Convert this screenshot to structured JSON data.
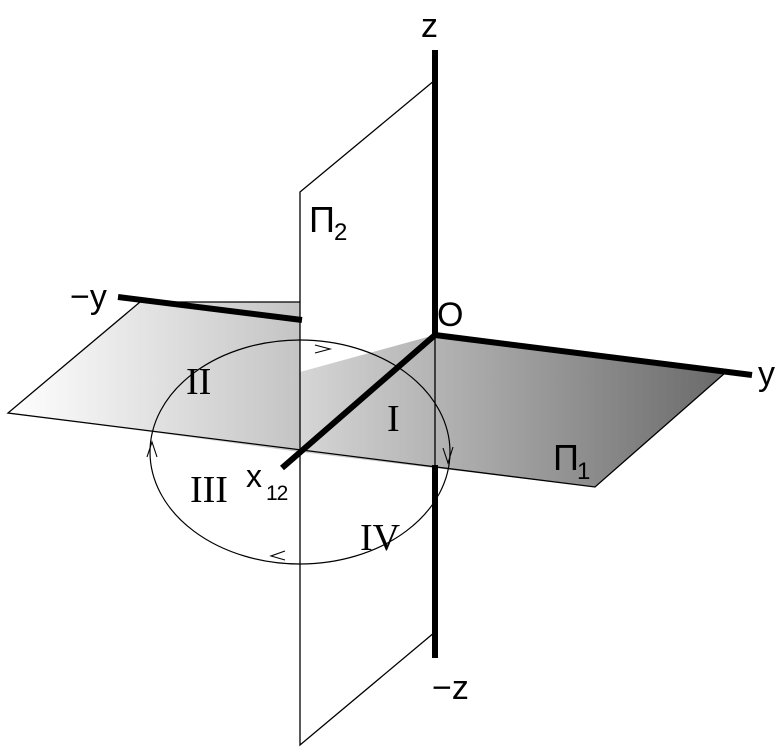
{
  "labels": {
    "z": "z",
    "neg_z": "−z",
    "y": "y",
    "neg_y": "−y",
    "origin": "O",
    "x_axis": "x",
    "x_axis_sub": "12",
    "plane_frontal": "Π",
    "plane_frontal_sub": "2",
    "plane_horizontal": "Π",
    "plane_horizontal_sub": "1"
  },
  "quadrants": {
    "q1": "I",
    "q2": "II",
    "q3": "III",
    "q4": "IV"
  },
  "colors": {
    "stroke": "#000000",
    "plane_light": "#ffffff",
    "plane_mid": "#c8c8c8",
    "plane_dark": "#6e6e6e"
  }
}
